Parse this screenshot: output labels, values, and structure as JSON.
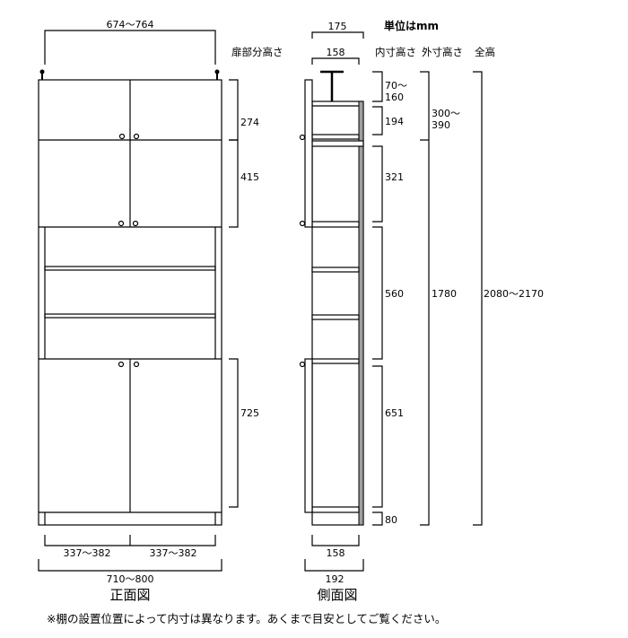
{
  "unit_label": "単位はmm",
  "headers": {
    "door_height": "扉部分高さ",
    "inner_height": "内寸高さ",
    "outer_height": "外寸高さ",
    "total_height": "全高"
  },
  "front": {
    "caption": "正面図",
    "top_width": "674～764",
    "door_upper": "274",
    "door_middle": "415",
    "door_lower": "725",
    "half_width_left": "337～382",
    "half_width_right": "337～382",
    "total_width": "710～800"
  },
  "side": {
    "caption": "側面図",
    "depth_top": "175",
    "inner_depth_top": "158",
    "inner_depth_bottom": "158",
    "depth_bottom": "192",
    "inner": [
      "70～",
      "160",
      "194",
      "321",
      "560",
      "651",
      "80"
    ],
    "outer": [
      "300～",
      "390",
      "1780"
    ],
    "total": "2080～2170"
  },
  "colors": {
    "line": "#000000",
    "back_panel": "#a0a0a0"
  },
  "footnote": "※棚の設置位置によって内寸は異なります。あくまで目安としてご覧ください。"
}
